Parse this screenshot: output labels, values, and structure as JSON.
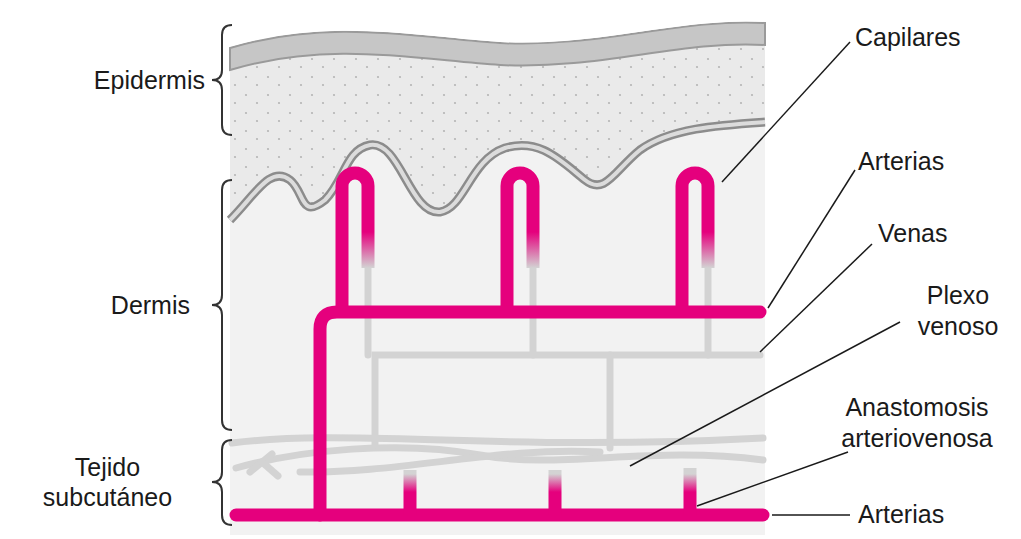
{
  "diagram": {
    "labels": [
      "Epidermis",
      "Dermis",
      "Tejido subcutáneo",
      "Capilares",
      "Arterias",
      "Venas",
      "Plexo venoso",
      "Anastomosis arteriovenosa",
      "Arterias"
    ]
  }
}
